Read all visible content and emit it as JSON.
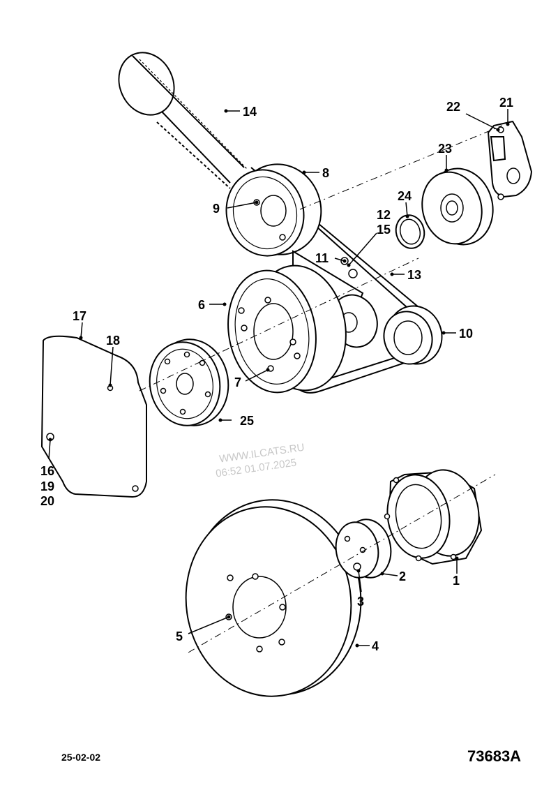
{
  "callouts": {
    "c1": "1",
    "c2": "2",
    "c3": "3",
    "c4": "4",
    "c5": "5",
    "c6": "6",
    "c7": "7",
    "c8": "8",
    "c9": "9",
    "c10": "10",
    "c11": "11",
    "c12": "12",
    "c13": "13",
    "c14": "14",
    "c15": "15",
    "c16": "16",
    "c17": "17",
    "c18": "18",
    "c19": "19",
    "c20": "20",
    "c21": "21",
    "c22": "22",
    "c23": "23",
    "c24": "24",
    "c25": "25"
  },
  "watermark": {
    "line1": "WWW.ILCATS.RU",
    "line2": "06:52 01.07.2025"
  },
  "footer": {
    "date_code": "25-02-02",
    "drawing_number": "73683A"
  }
}
